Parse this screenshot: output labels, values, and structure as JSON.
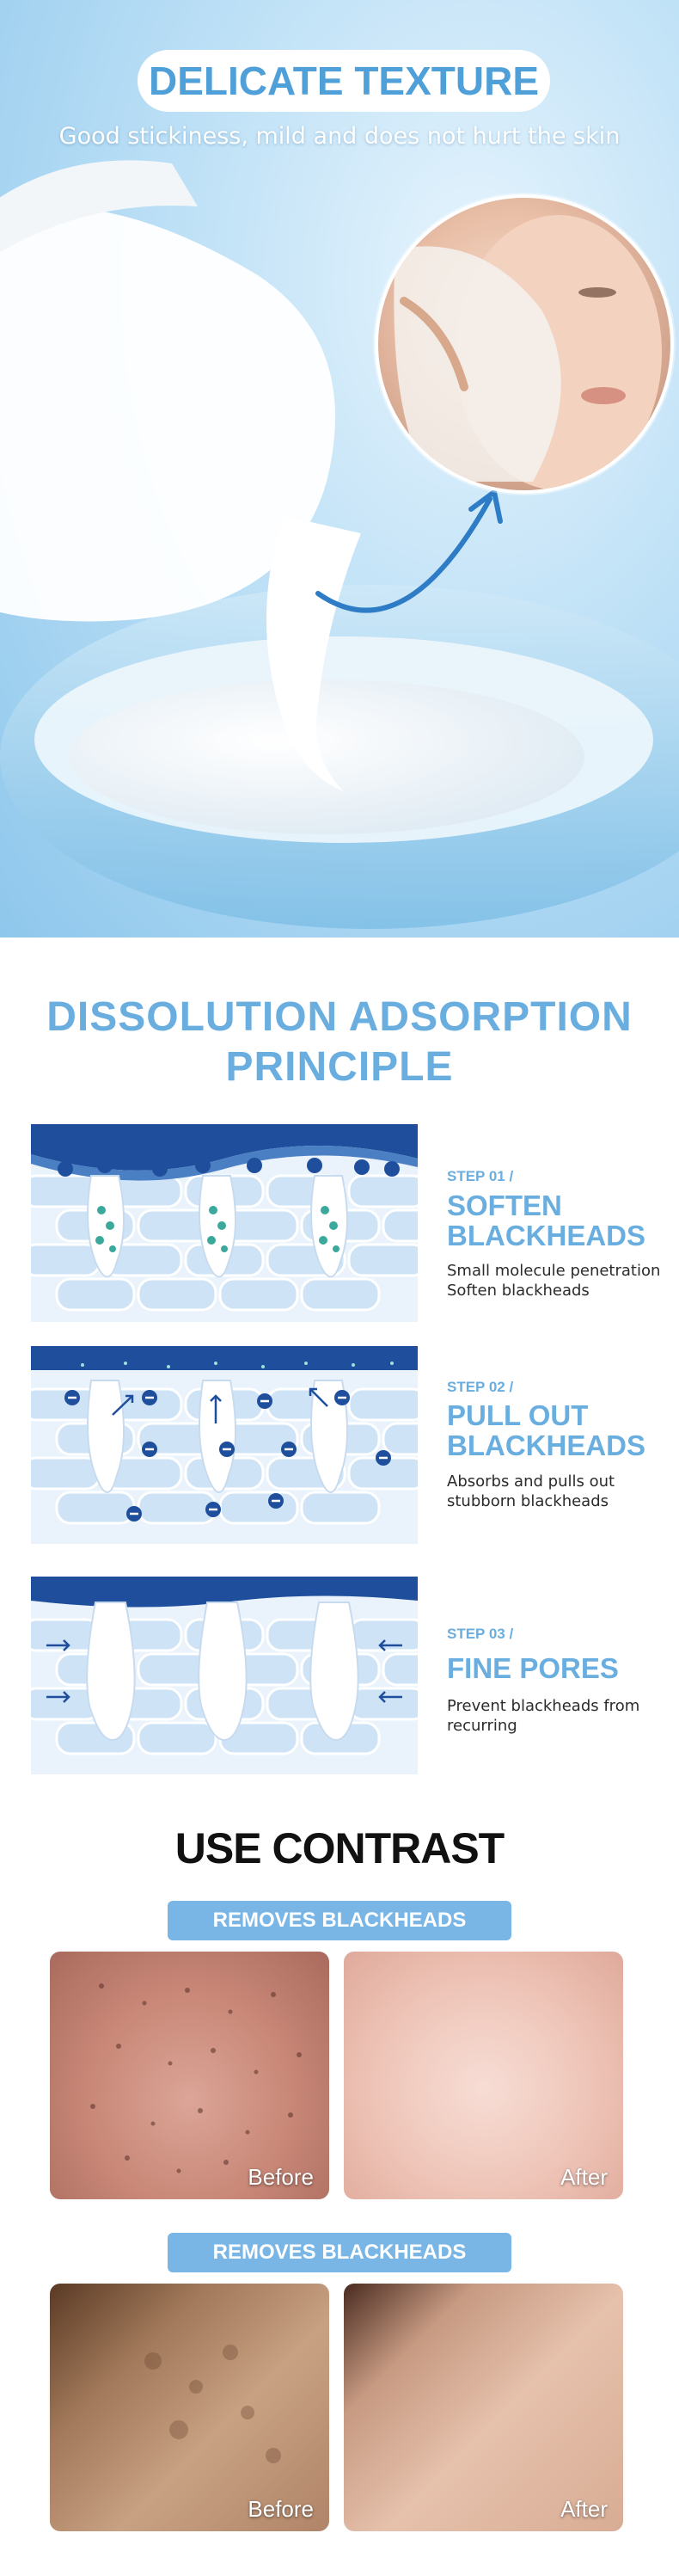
{
  "hero": {
    "title": "DELICATE TEXTURE",
    "subtitle": "Good stickiness, mild and does not hurt the skin"
  },
  "principle": {
    "title_line1": "DISSOLUTION ADSORPTION",
    "title_line2": "PRINCIPLE",
    "steps": [
      {
        "kicker": "STEP 01 /",
        "name_line1": "SOFTEN",
        "name_line2": "BLACKHEADS",
        "desc_line1": "Small molecule penetration",
        "desc_line2": "Soften blackheads"
      },
      {
        "kicker": "STEP 02 /",
        "name_line1": "PULL OUT",
        "name_line2": "BLACKHEADS",
        "desc_line1": "Absorbs and pulls out",
        "desc_line2": "stubborn blackheads"
      },
      {
        "kicker": "STEP 03 /",
        "name_line1": "FINE PORES",
        "name_line2": "",
        "desc_line1": "Prevent blackheads from",
        "desc_line2": "recurring"
      }
    ]
  },
  "contrast": {
    "title": "USE CONTRAST",
    "blocks": [
      {
        "badge": "REMOVES BLACKHEADS",
        "before": "Before",
        "after": "After"
      },
      {
        "badge": "REMOVES BLACKHEADS",
        "before": "Before",
        "after": "After"
      }
    ]
  },
  "colors": {
    "accent_blue": "#6aaee0",
    "badge_blue": "#79b6e6",
    "deep_blue": "#1f4f9c"
  }
}
